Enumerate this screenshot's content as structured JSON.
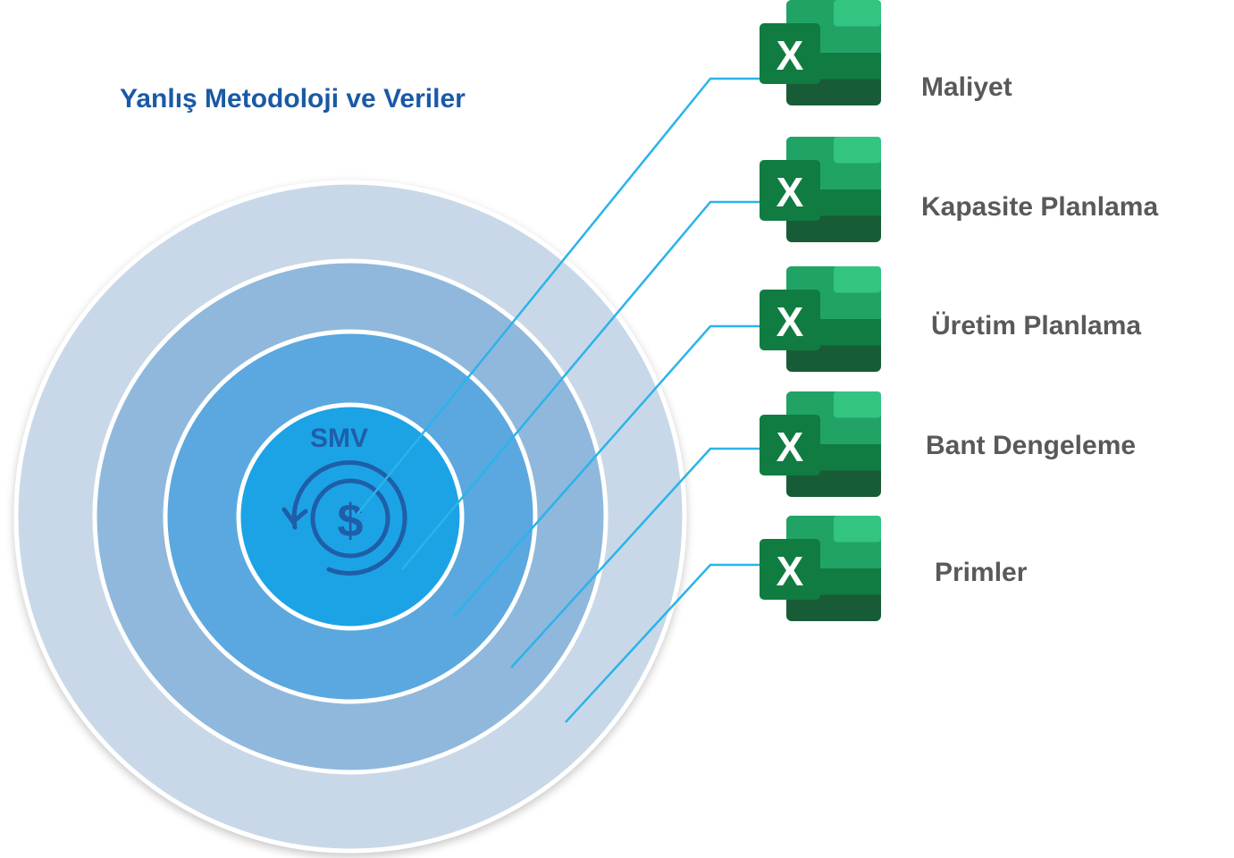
{
  "title": "Yanlış Metodoloji ve Veriler",
  "center": {
    "label": "SMV",
    "icon": "dollar-cycle-icon"
  },
  "items": [
    {
      "label": "Maliyet",
      "icon": "excel-icon"
    },
    {
      "label": "Kapasite Planlama",
      "icon": "excel-icon"
    },
    {
      "label": "Üretim Planlama",
      "icon": "excel-icon"
    },
    {
      "label": "Bant Dengeleme",
      "icon": "excel-icon"
    },
    {
      "label": "Primler",
      "icon": "excel-icon"
    }
  ],
  "colors": {
    "title": "#1a5aa5",
    "label": "#595959",
    "ring_outer": "#c8d8e8",
    "ring_2": "#8fb8dc",
    "ring_3": "#5aa8df",
    "ring_inner": "#1ca3e6",
    "ring_border": "#ffffff",
    "connector": "#2bb3ea",
    "icon_blue": "#1f5ea8",
    "excel_dark": "#107c41",
    "excel_mid": "#21a366",
    "excel_light": "#33c481",
    "excel_deep": "#185c37"
  }
}
